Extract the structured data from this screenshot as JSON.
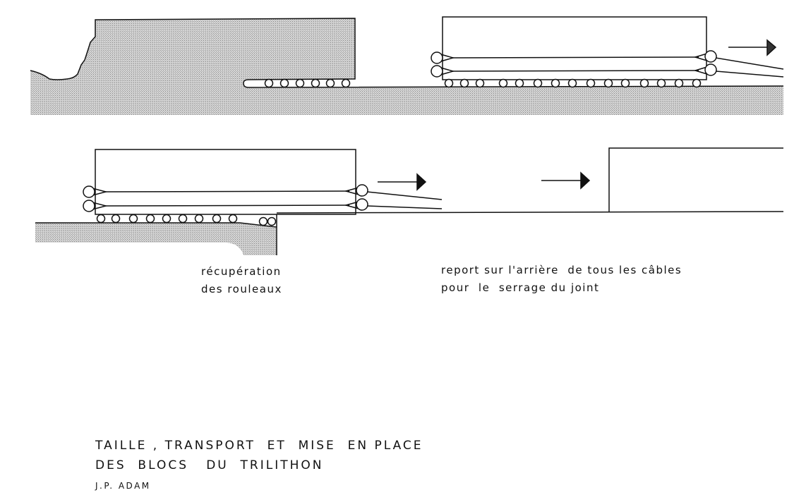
{
  "labels": {
    "roller_recovery": [
      "récupération",
      "des rouleaux"
    ],
    "cable_transfer": [
      "report sur l'arrière  de tous les câbles",
      "pour  le  serrage du joint"
    ]
  },
  "caption": {
    "title_line1": "TAILLE , TRANSPORT  ET  MISE  EN PLACE",
    "title_line2": "DES  BLOCS   DU  TRILITHON",
    "author": "J.P. ADAM"
  },
  "colors": {
    "stone": "#c4c4c4",
    "ink": "#111111"
  }
}
